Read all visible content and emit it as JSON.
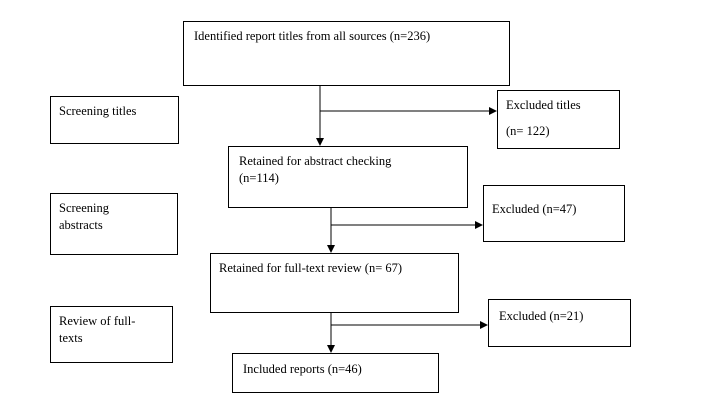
{
  "stages": {
    "screening_titles": "Screening titles",
    "screening_abstracts": "Screening abstracts",
    "review_fulltexts": "Review of full-texts"
  },
  "flow": {
    "identified": "Identified report titles from all sources (n=236)",
    "retained_abstract_line1": "Retained for abstract checking",
    "retained_abstract_line2": "(n=114)",
    "retained_fulltext": "Retained for full-text review (n= 67)",
    "included": "Included reports (n=46)"
  },
  "exclusions": {
    "titles_line1": "Excluded titles",
    "titles_line2": "(n= 122)",
    "abstracts": "Excluded (n=47)",
    "fulltexts": "Excluded (n=21)"
  }
}
